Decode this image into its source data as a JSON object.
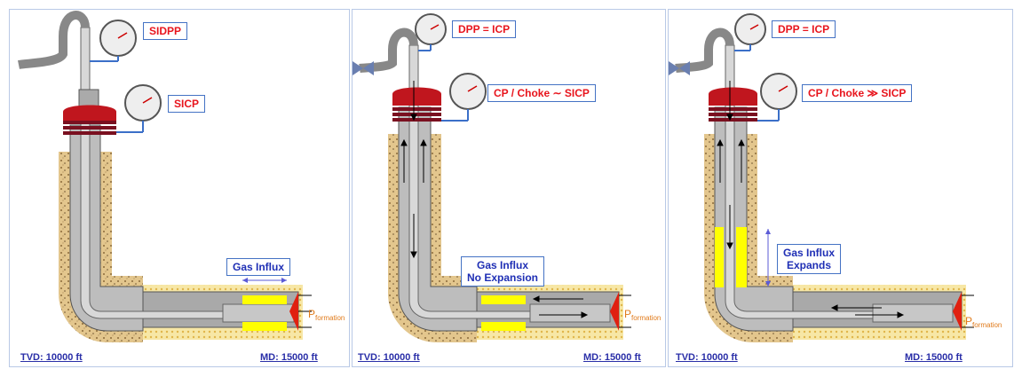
{
  "panels": [
    {
      "top_label": "SIDPP",
      "side_label": "SICP",
      "influx_label": [
        "Gas Influx"
      ],
      "tvd": "TVD: 10000 ft",
      "md": "MD: 15000 ft",
      "pressure_main": "P",
      "pressure_sub": "formation"
    },
    {
      "top_label": "DPP = ICP",
      "side_label": "CP / Choke ∼ SICP",
      "influx_label": [
        "Gas Influx",
        "No Expansion"
      ],
      "tvd": "TVD: 10000 ft",
      "md": "MD: 15000 ft",
      "pressure_main": "P",
      "pressure_sub": "formation"
    },
    {
      "top_label": "DPP = ICP",
      "side_label": "CP / Choke ≫ SICP",
      "influx_label": [
        "Gas Influx",
        "Expands"
      ],
      "tvd": "TVD: 10000 ft",
      "md": "MD: 15000 ft",
      "pressure_main": "P",
      "pressure_sub": "formation"
    }
  ],
  "colors": {
    "formation": "#e8c98a",
    "casing": "#b8b8b8",
    "pipe": "#c9c9c9",
    "bop": "#c0161e",
    "gas": "#ffff00",
    "perforation": "#e02010",
    "label_red": "#e8141c",
    "label_blue": "#1f2fb5"
  },
  "icons": [
    "pressure-gauge-icon",
    "choke-valve-icon",
    "flow-arrow-icon"
  ]
}
